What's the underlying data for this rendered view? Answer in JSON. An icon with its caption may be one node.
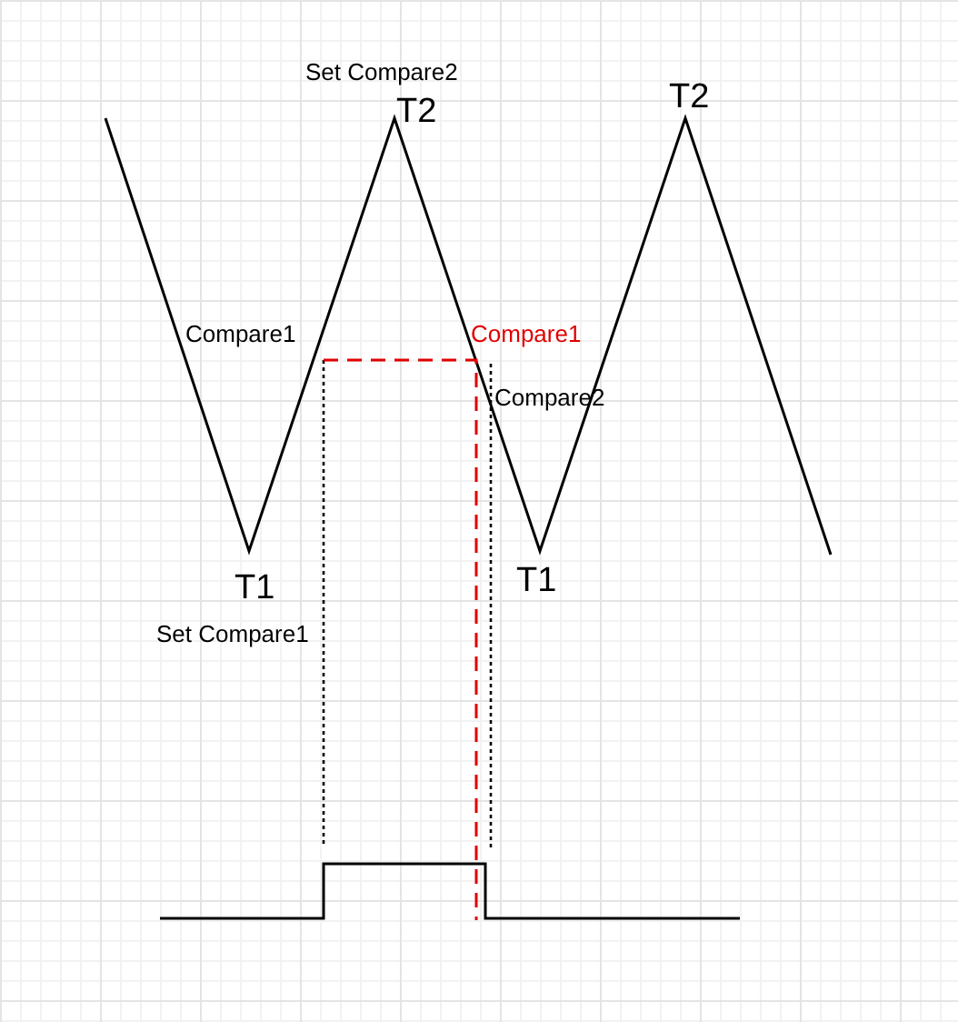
{
  "diagram": {
    "labels": [
      "Set Compare2",
      "T2",
      "T2",
      "Compare1",
      "Compare1",
      "Compare2",
      "T1",
      "T1",
      "Set Compare1"
    ]
  }
}
